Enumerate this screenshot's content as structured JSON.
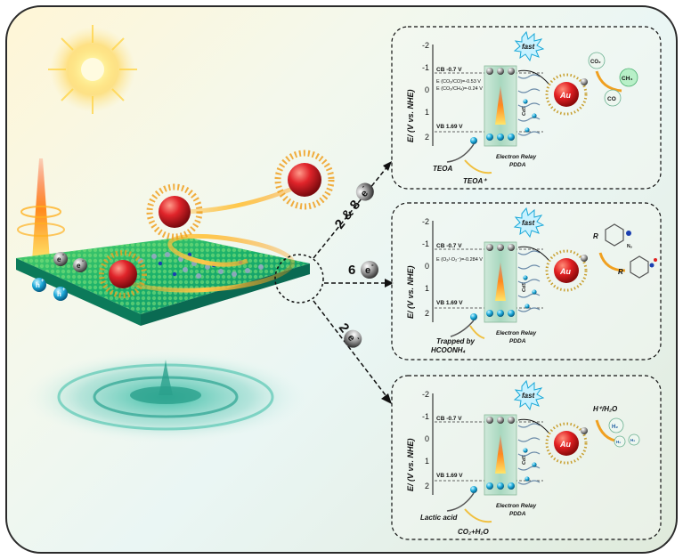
{
  "left": {
    "electron": "e",
    "hole": "h",
    "charge_minus": "-",
    "charge_plus": "+"
  },
  "arrows": [
    {
      "count": "2 & 8",
      "unit": "e",
      "sup": "-"
    },
    {
      "count": "6",
      "unit": "e",
      "sup": "-"
    },
    {
      "count": "2",
      "unit": "e",
      "sup": "-"
    }
  ],
  "panels": [
    {
      "axis_title": "E/ (V vs. NHE)",
      "ticks": [
        "-2",
        "-1",
        "0",
        "1",
        "2"
      ],
      "cb_label": "CB -0.7 V",
      "vb_label": "VB 1.69 V",
      "extra_levels": [
        "E (CO₂/CO)=-0.53 V",
        "E (CO₂/CH₄)=-0.24 V"
      ],
      "semiconductor": "CdS",
      "fast": "fast",
      "metal": "Au",
      "relay_line1": "Electron Relay",
      "relay_line2": "PDDA",
      "donor": "TEOA",
      "donor_product": "TEOA⁺",
      "reactant": "CO₂",
      "product1": "CH₄",
      "product2": "CO"
    },
    {
      "axis_title": "E/ (V vs. NHE)",
      "ticks": [
        "-2",
        "-1",
        "0",
        "1",
        "2"
      ],
      "cb_label": "CB -0.7 V",
      "vb_label": "VB 1.69 V",
      "extra_levels": [
        "E (O₂/·O₂⁻)=-0.284 V"
      ],
      "semiconductor": "CdS",
      "fast": "fast",
      "metal": "Au",
      "relay_line1": "Electron Relay",
      "relay_line2": "PDDA",
      "donor_line1": "Trapped by",
      "donor_line2": "HCOONH₄",
      "r_label1": "R",
      "r_label2": "R",
      "nitro": "Nₒ"
    },
    {
      "axis_title": "E/ (V vs. NHE)",
      "ticks": [
        "-2",
        "-1",
        "0",
        "1",
        "2"
      ],
      "cb_label": "CB -0.7 V",
      "vb_label": "VB 1.69 V",
      "semiconductor": "CdS",
      "fast": "fast",
      "metal": "Au",
      "relay_line1": "Electron Relay",
      "relay_line2": "PDDA",
      "donor": "Lactic acid",
      "donor_product": "CO₂+H₂O",
      "reactant": "H⁺/H₂O",
      "product1": "H₂",
      "product2": "H₂",
      "product3": "H₂"
    }
  ]
}
